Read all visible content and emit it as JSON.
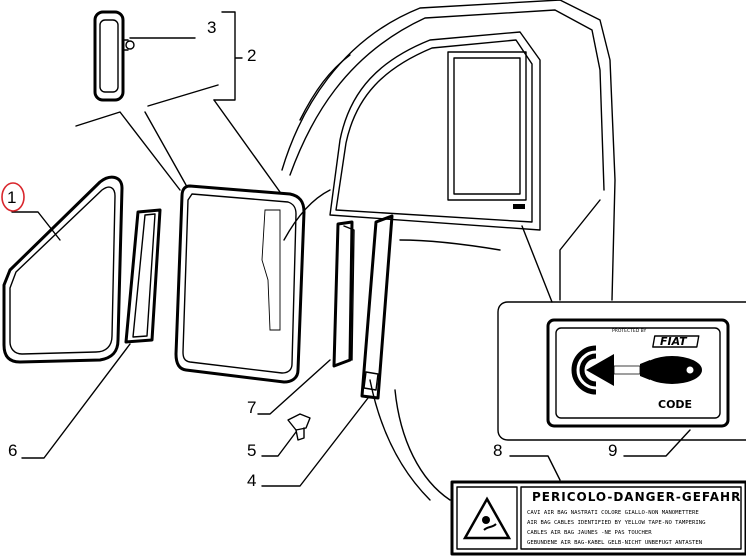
{
  "callouts": {
    "c1": "1",
    "c2": "2",
    "c3": "3",
    "c4": "4",
    "c5": "5",
    "c6": "6",
    "c7": "7",
    "c8": "8",
    "c9": "9"
  },
  "highlight_color": "#d9262c",
  "code_label": {
    "protected_by": "PROTECTED BY",
    "brand": "FIAT",
    "code": "CODE"
  },
  "warning_label": {
    "title": "PERICOLO-DANGER-GEFAHR",
    "lines": [
      "CAVI AIR BAG NASTRATI COLORE GIALLO-NON MANOMETTERE",
      "AIR BAG CABLES IDENTIFIED BY YELLOW TAPE-NO TAMPERING",
      "CABLES AIR BAG JAUNES -NE PAS TOUCHER",
      "GEBUNDENE AIR BAG-KABEL GELB-NICHT UNBEFUGT ANTASTEN"
    ]
  }
}
